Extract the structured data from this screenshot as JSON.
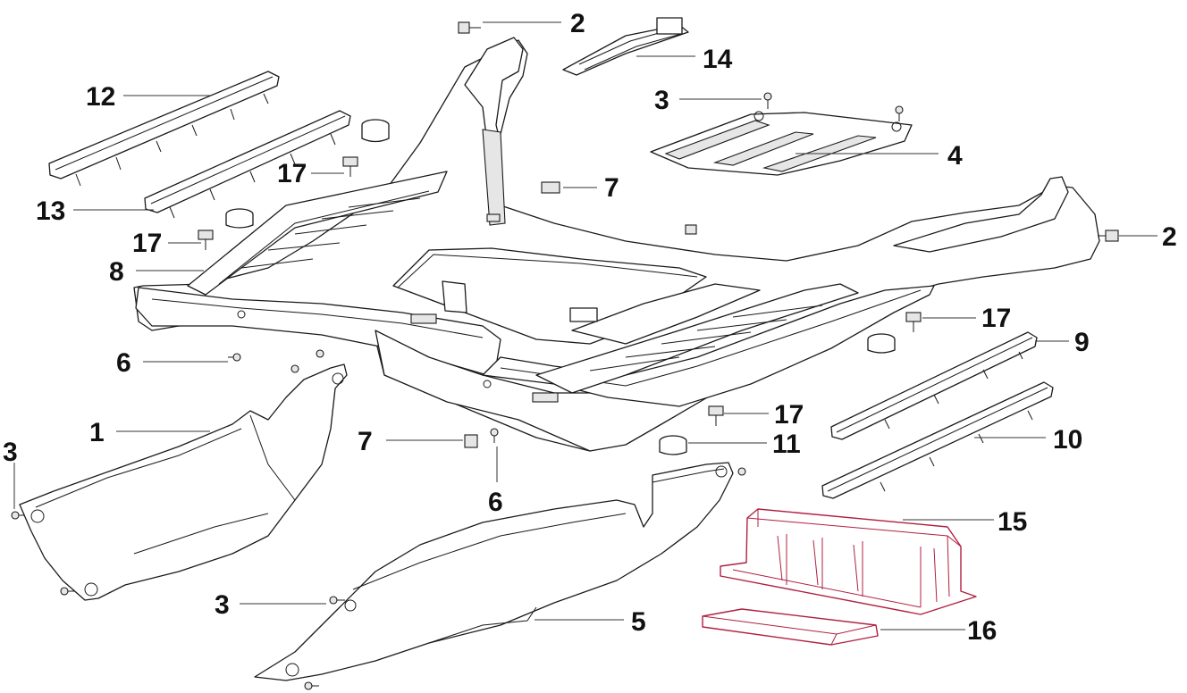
{
  "colors": {
    "line": "#1a1a1a",
    "highlight": "#b02040",
    "background": "#ffffff"
  },
  "callouts": [
    {
      "id": "c2a",
      "label": "2"
    },
    {
      "id": "c14",
      "label": "14"
    },
    {
      "id": "c12",
      "label": "12"
    },
    {
      "id": "c3a",
      "label": "3"
    },
    {
      "id": "c4",
      "label": "4"
    },
    {
      "id": "c17a",
      "label": "17"
    },
    {
      "id": "c13",
      "label": "13"
    },
    {
      "id": "c7a",
      "label": "7"
    },
    {
      "id": "c17b",
      "label": "17"
    },
    {
      "id": "c2b",
      "label": "2"
    },
    {
      "id": "c8",
      "label": "8"
    },
    {
      "id": "c17c",
      "label": "17"
    },
    {
      "id": "c9",
      "label": "9"
    },
    {
      "id": "c6a",
      "label": "6"
    },
    {
      "id": "c1",
      "label": "1"
    },
    {
      "id": "c17d",
      "label": "17"
    },
    {
      "id": "c3b",
      "label": "3"
    },
    {
      "id": "c7b",
      "label": "7"
    },
    {
      "id": "c11",
      "label": "11"
    },
    {
      "id": "c10",
      "label": "10"
    },
    {
      "id": "c6b",
      "label": "6"
    },
    {
      "id": "c15",
      "label": "15"
    },
    {
      "id": "c3c",
      "label": "3"
    },
    {
      "id": "c5",
      "label": "5"
    },
    {
      "id": "c16",
      "label": "16"
    }
  ]
}
